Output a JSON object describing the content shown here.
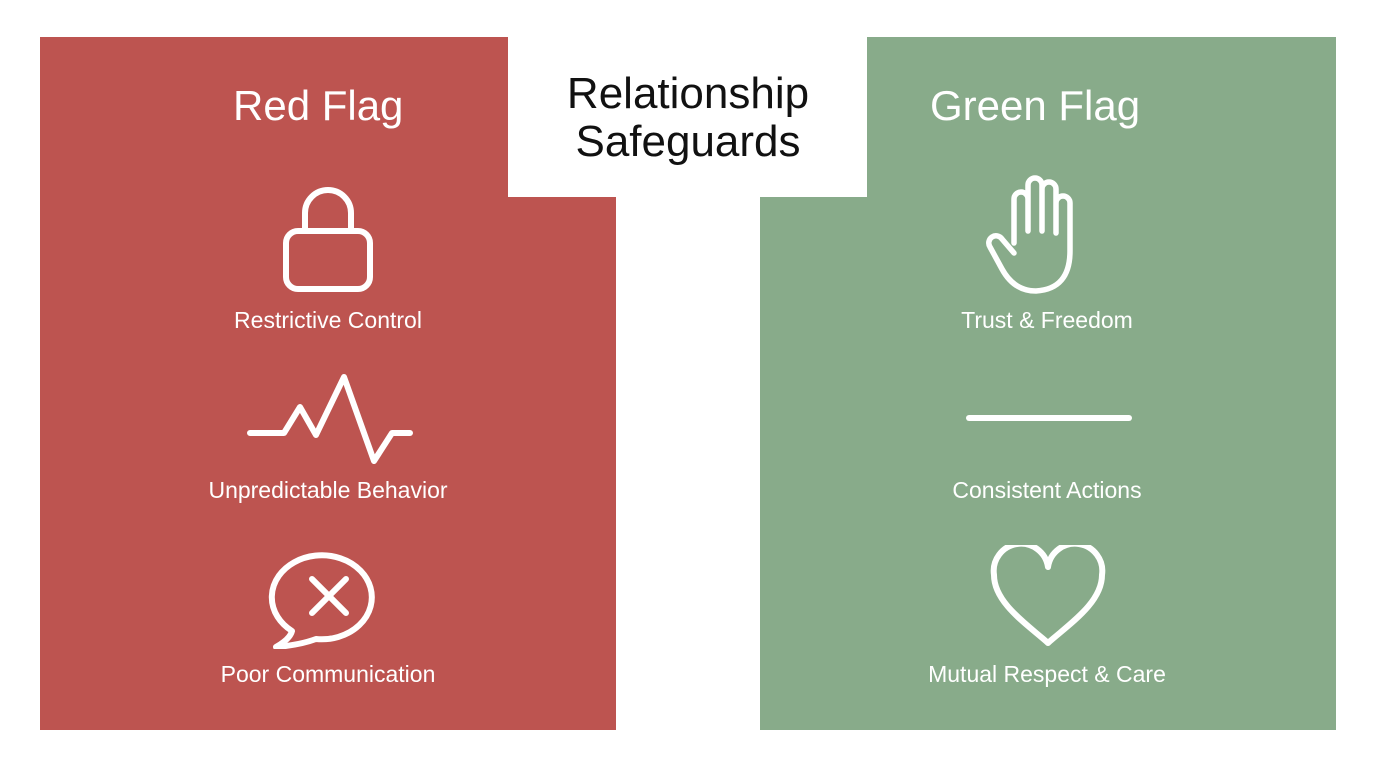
{
  "title": {
    "line1": "Relationship",
    "line2": "Safeguards"
  },
  "colors": {
    "red_panel": "#bd5450",
    "green_panel": "#88ab8a",
    "icon_stroke": "#ffffff",
    "title_text": "#111111"
  },
  "red_panel": {
    "heading": "Red Flag",
    "items": [
      {
        "label": "Restrictive Control",
        "icon": "lock-icon"
      },
      {
        "label": "Unpredictable Behavior",
        "icon": "erratic-pulse-icon"
      },
      {
        "label": "Poor Communication",
        "icon": "speech-bubble-x-icon"
      }
    ]
  },
  "green_panel": {
    "heading": "Green Flag",
    "items": [
      {
        "label": "Trust & Freedom",
        "icon": "open-hand-icon"
      },
      {
        "label": "Consistent Actions",
        "icon": "steady-line-icon"
      },
      {
        "label": "Mutual Respect & Care",
        "icon": "heart-icon"
      }
    ]
  }
}
